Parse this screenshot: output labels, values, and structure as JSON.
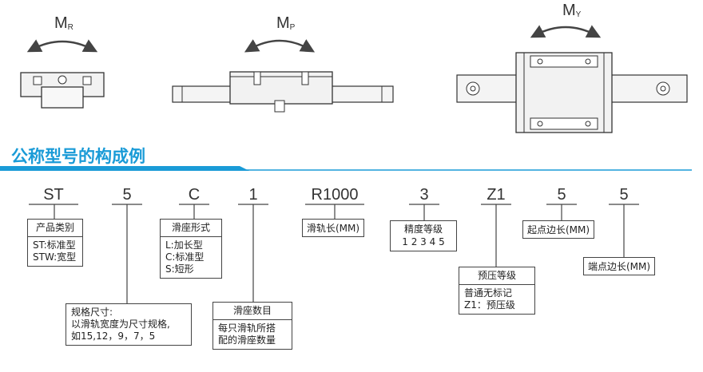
{
  "moments": {
    "mr": {
      "main": "M",
      "sub": "R"
    },
    "mp": {
      "main": "M",
      "sub": "P"
    },
    "my": {
      "main": "M",
      "sub": "Y"
    }
  },
  "section_title": "公称型号的构成例",
  "codes": [
    "ST",
    "5",
    "C",
    "1",
    "R1000",
    "3",
    "Z1",
    "5",
    "5"
  ],
  "boxes": {
    "category": {
      "header": "产品类别",
      "lines": [
        "ST:标准型",
        "STW:宽型"
      ]
    },
    "block_shape": {
      "header": "滑座形式",
      "lines": [
        "L:加长型",
        "C:标准型",
        "S:短形"
      ]
    },
    "size": {
      "lines": [
        "规格尺寸:",
        "以滑轨宽度为尺寸规格,",
        "如15,12，9，7，5"
      ]
    },
    "block_count": {
      "header": "滑座数目",
      "lines": [
        "每只滑轨所搭",
        "配的滑座数量"
      ]
    },
    "rail_length": {
      "label": "滑轨长(MM)"
    },
    "accuracy": {
      "header": "精度等级",
      "lines": [
        "1 2 3 4 5"
      ]
    },
    "preload": {
      "header": "预压等级",
      "lines": [
        "普通无标记",
        "Z1：预压级"
      ]
    },
    "start_edge": {
      "label": "起点边长(MM)"
    },
    "end_edge": {
      "label": "端点边长(MM)"
    }
  },
  "colors": {
    "accent": "#1a9bd7",
    "line": "#444444",
    "part_fill": "#f2f2f2"
  }
}
